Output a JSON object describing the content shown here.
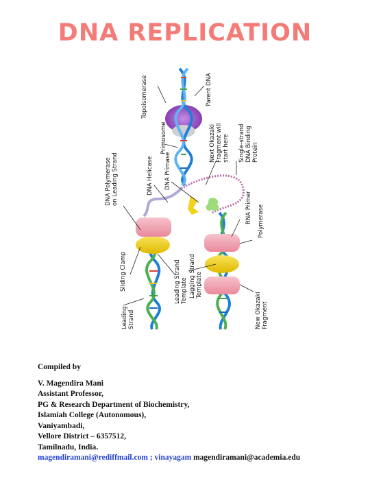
{
  "title": "DNA REPLICATION",
  "figure": {
    "labels": {
      "topoisomerase": "Topoisomerase",
      "parent_dna": "Parent DNA",
      "primosome": "Primosome",
      "next_okazaki": "Next Okazaki\nFragment will\nstart here",
      "ssb": "Single-strand\nDNA Binding\nProtein",
      "dna_polymerase_leading": "DNA Polymerase\non Leading Strand",
      "dna_helicase": "DNA Helicase",
      "dna_primase": "DNA Primase",
      "rna_primer": "RNA Primer",
      "polymerase": "Polymerase",
      "sliding_clamp": "Sliding Clamp",
      "leading_strand_template": "Leading Strand\nTemplate",
      "lagging_strand_template": "Lagging Strand\nTemplate",
      "leading_strand": "Leading\nStrand",
      "new_okazaki": "New Okazaki\nFragment"
    }
  },
  "credits": {
    "compiled_by": "Compiled by",
    "name": "V. Magendira Mani",
    "position": "Assistant Professor,",
    "department": "PG & Research Department of Biochemistry,",
    "college": "Islamiah College (Autonomous),",
    "city": "Vaniyambadi,",
    "district": "Vellore District – 6357512,",
    "state": "Tamilnadu, India.",
    "email1": "magendiramani@rediffmail.com",
    "separator": " ; ",
    "alias": "vinayagam",
    "email2": " magendiramani@academia.edu"
  },
  "colors": {
    "title": "#f47c78",
    "strand_blue": "#1e7fd8",
    "strand_green": "#4caf50",
    "clamp_pink": "#f3a6b5",
    "polymerase_yellow": "#f2d21b",
    "topoisomerase_purple": "#8d3fc0",
    "link_blue": "#1f3fd0"
  }
}
